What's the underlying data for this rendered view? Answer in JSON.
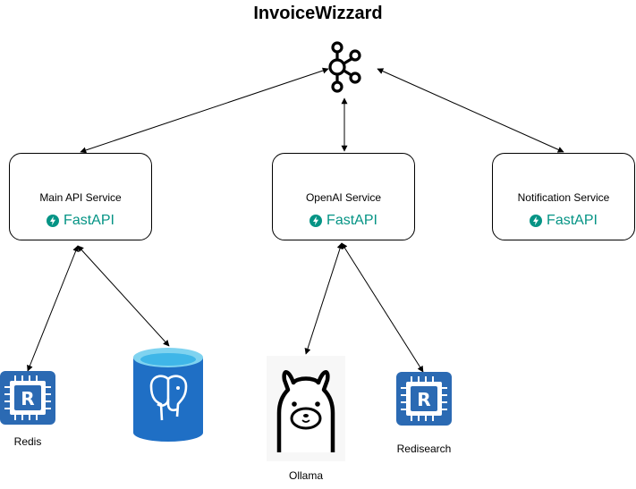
{
  "title": "InvoiceWizzard",
  "services": {
    "main": {
      "label": "Main API Service",
      "framework": "FastAPI"
    },
    "openai": {
      "label": "OpenAI Service",
      "framework": "FastAPI"
    },
    "notification": {
      "label": "Notification Service",
      "framework": "FastAPI"
    }
  },
  "datastores": {
    "redis": "Redis",
    "ollama": "Ollama",
    "redisearch": "Redisearch"
  },
  "icons": {
    "hub": "kafka-icon",
    "framework": "fastapi-icon",
    "redis": "redis-chip-icon",
    "postgres": "azure-postgres-icon",
    "ollama": "ollama-llama-icon"
  },
  "colors": {
    "fastapi": "#059485",
    "redis_blue": "#2b6ab3",
    "postgres_blue": "#1f6fc5"
  }
}
